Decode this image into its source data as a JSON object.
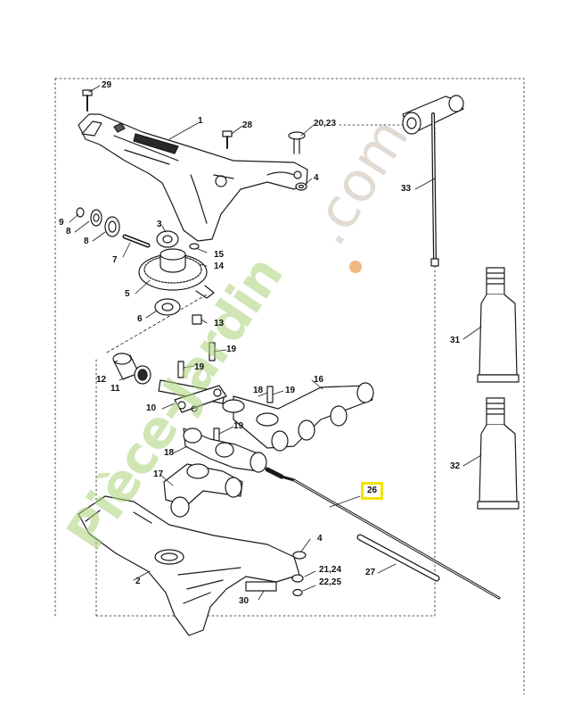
{
  "colors": {
    "line": "#1a1a1a",
    "highlight_border": "#f2e400",
    "watermark_green": "#a9d67a",
    "watermark_grey": "#c9c0b2",
    "watermark_orange": "#e89030"
  },
  "callouts": {
    "c1": "1",
    "c2": "2",
    "c3": "3",
    "c4a": "4",
    "c4b": "4",
    "c5": "5",
    "c6": "6",
    "c7": "7",
    "c8a": "8",
    "c8b": "8",
    "c9": "9",
    "c10": "10",
    "c11": "11",
    "c12": "12",
    "c13": "13",
    "c14": "14",
    "c15": "15",
    "c16": "16",
    "c17": "17",
    "c18a": "18",
    "c18b": "18",
    "c19a": "19",
    "c19b": "19",
    "c19c": "19",
    "c19d": "19",
    "c2023": "20,23",
    "c2124": "21,24",
    "c2225": "22,25",
    "c26": "26",
    "c27": "27",
    "c28": "28",
    "c29": "29",
    "c30": "30",
    "c31": "31",
    "c32": "32",
    "c33": "33"
  },
  "watermark": {
    "brand": "Pièce-Jardin",
    "suffix": ".com"
  }
}
